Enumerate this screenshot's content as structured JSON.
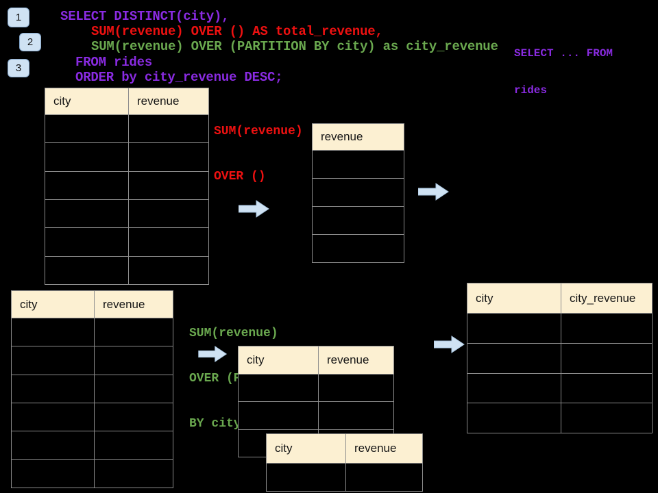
{
  "colors": {
    "background": "#000000",
    "sql_purple": "#8A2BE2",
    "sql_red": "#EE1111",
    "sql_green": "#6AA84F",
    "table_header_fill": "#FCF0D2",
    "table_border": "#8D8D8D",
    "arrow_fill": "#CFE2F3",
    "badge_fill": "#CFE2F3"
  },
  "badges": [
    {
      "label": "1"
    },
    {
      "label": "2"
    },
    {
      "label": "3"
    }
  ],
  "sql": {
    "lines": [
      {
        "text": "SELECT DISTINCT(city),",
        "color": "purple"
      },
      {
        "text": "SUM(revenue) OVER () AS total_revenue,",
        "color": "red"
      },
      {
        "text": "SUM(revenue) OVER (PARTITION BY city) as city_revenue",
        "color": "green"
      },
      {
        "text": "FROM rides",
        "color": "purple"
      },
      {
        "text": "ORDER by city_revenue DESC;",
        "color": "purple"
      }
    ]
  },
  "side_note": {
    "line1": "SELECT ... FROM",
    "line2": "rides"
  },
  "annotations": {
    "total_revenue": {
      "line1": "SUM(revenue)",
      "line2": "OVER ()"
    },
    "partition": {
      "line1": "SUM(revenue)",
      "line2": "OVER (PARTITION",
      "line3": "BY city)"
    }
  },
  "tables": {
    "source_top": {
      "columns": [
        "city",
        "revenue"
      ],
      "empty_rows": 6
    },
    "total_result": {
      "columns": [
        "revenue"
      ],
      "empty_rows": 4
    },
    "source_bottom": {
      "columns": [
        "city",
        "revenue"
      ],
      "empty_rows": 6
    },
    "partition_front": {
      "columns": [
        "city",
        "revenue"
      ],
      "empty_rows": 3
    },
    "partition_back": {
      "columns": [
        "city",
        "revenue"
      ],
      "empty_rows": 1
    },
    "partition_result": {
      "columns": [
        "city",
        "city_revenue"
      ],
      "empty_rows": 4
    }
  },
  "icons": {
    "flow_arrow": "right-arrow"
  }
}
